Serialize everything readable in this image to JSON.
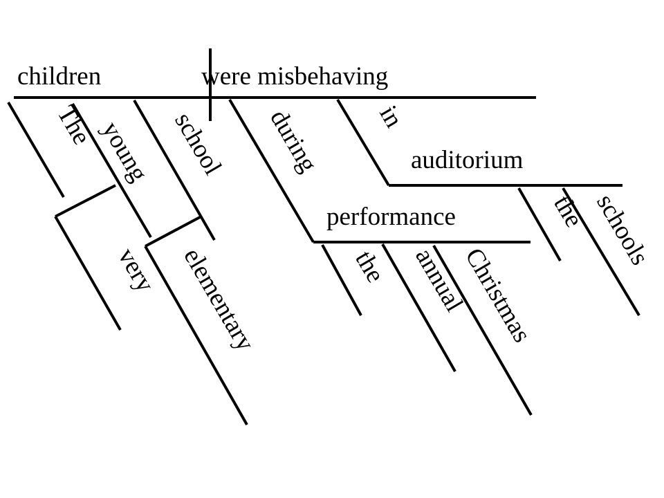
{
  "diagram": {
    "words": {
      "subject": "children",
      "predicate": "were misbehaving",
      "subject_article": "The",
      "subject_adj_young": "young",
      "subject_adj_school": "school",
      "adverb_very": "very",
      "modifier_elementary": "elementary",
      "prep_during": "during",
      "object_performance": "performance",
      "perf_article": "the",
      "perf_adj_annual": "annual",
      "perf_adj_christmas": "Christmas",
      "prep_in": "in",
      "object_auditorium": "auditorium",
      "aud_article": "the",
      "aud_adj_schools": "schools"
    }
  }
}
